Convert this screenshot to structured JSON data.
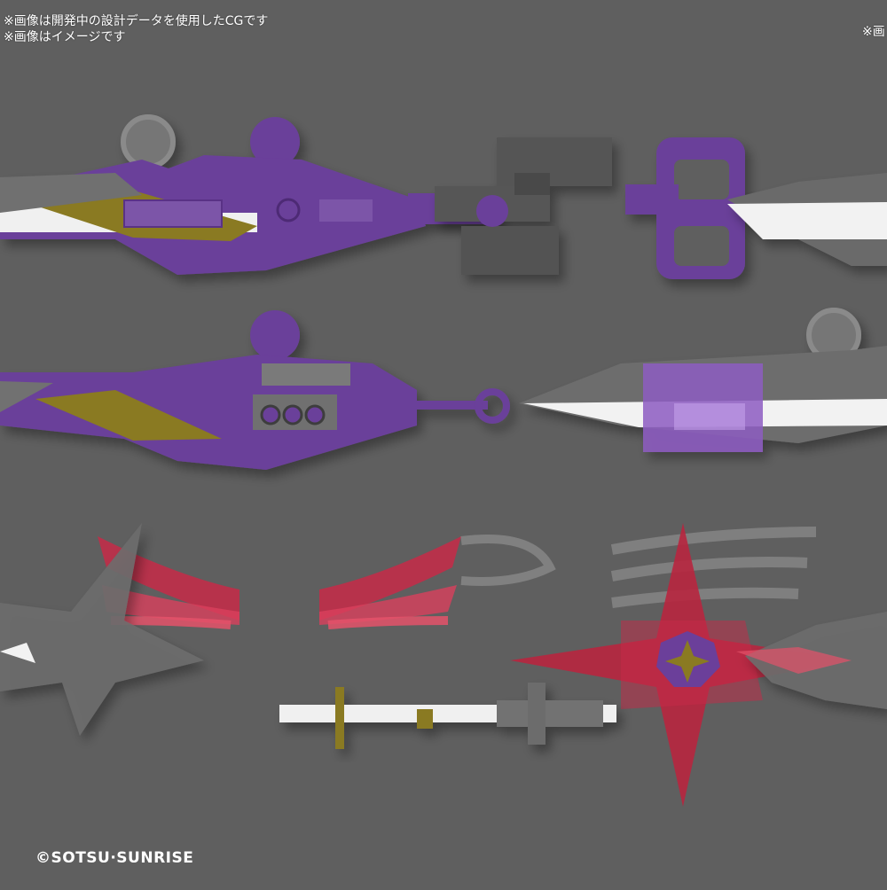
{
  "notes": {
    "line1": "※画像は開発中の設計データを使用したCGです",
    "line2": "※画像はイメージです",
    "right_fragment": "※画"
  },
  "copyright": "©SOTSU·SUNRISE",
  "colors": {
    "background": "#5f5f5f",
    "purple": "#6b3f9a",
    "gold": "#8a7a22",
    "gray_part": "#727272",
    "white_blade": "#efefef",
    "clear_red": "#c72a48",
    "clear_red_light": "#e4526a"
  }
}
